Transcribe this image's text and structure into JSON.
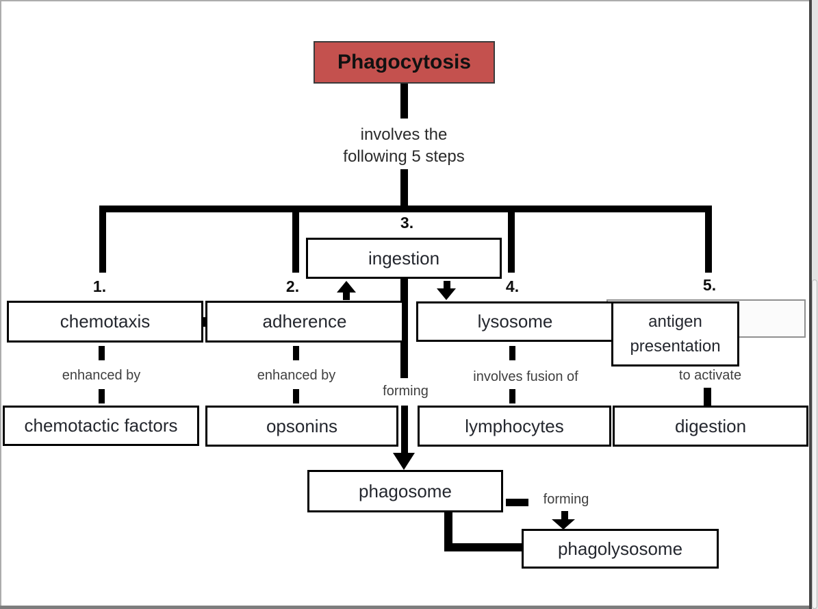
{
  "diagram": {
    "title": "Phagocytosis",
    "caption": {
      "line1": "involves the",
      "line2": "following 5 steps"
    },
    "steps": [
      {
        "number": "1.",
        "term": "chemotaxis",
        "connector": "enhanced by",
        "result": "chemotactic factors"
      },
      {
        "number": "2.",
        "term": "adherence",
        "connector": "enhanced by",
        "result": "opsonins"
      },
      {
        "number": "3.",
        "term": "ingestion",
        "connector": "forming",
        "result": "phagosome"
      },
      {
        "number": "4.",
        "term": "lysosome",
        "connector": "involves fusion of",
        "result": "lymphocytes"
      },
      {
        "number": "5.",
        "term": "antigen presentation",
        "connector": "to activate",
        "result": "digestion"
      }
    ],
    "phagosome_branch": {
      "connector": "forming",
      "result": "phagolysosome"
    }
  },
  "colors": {
    "title_box_fill": "#c4514e",
    "title_box_border": "#3a3a3a",
    "line_color": "#000000",
    "connector_text": "#3f3f3f",
    "empty_slot_border": "#8f8f8f"
  }
}
